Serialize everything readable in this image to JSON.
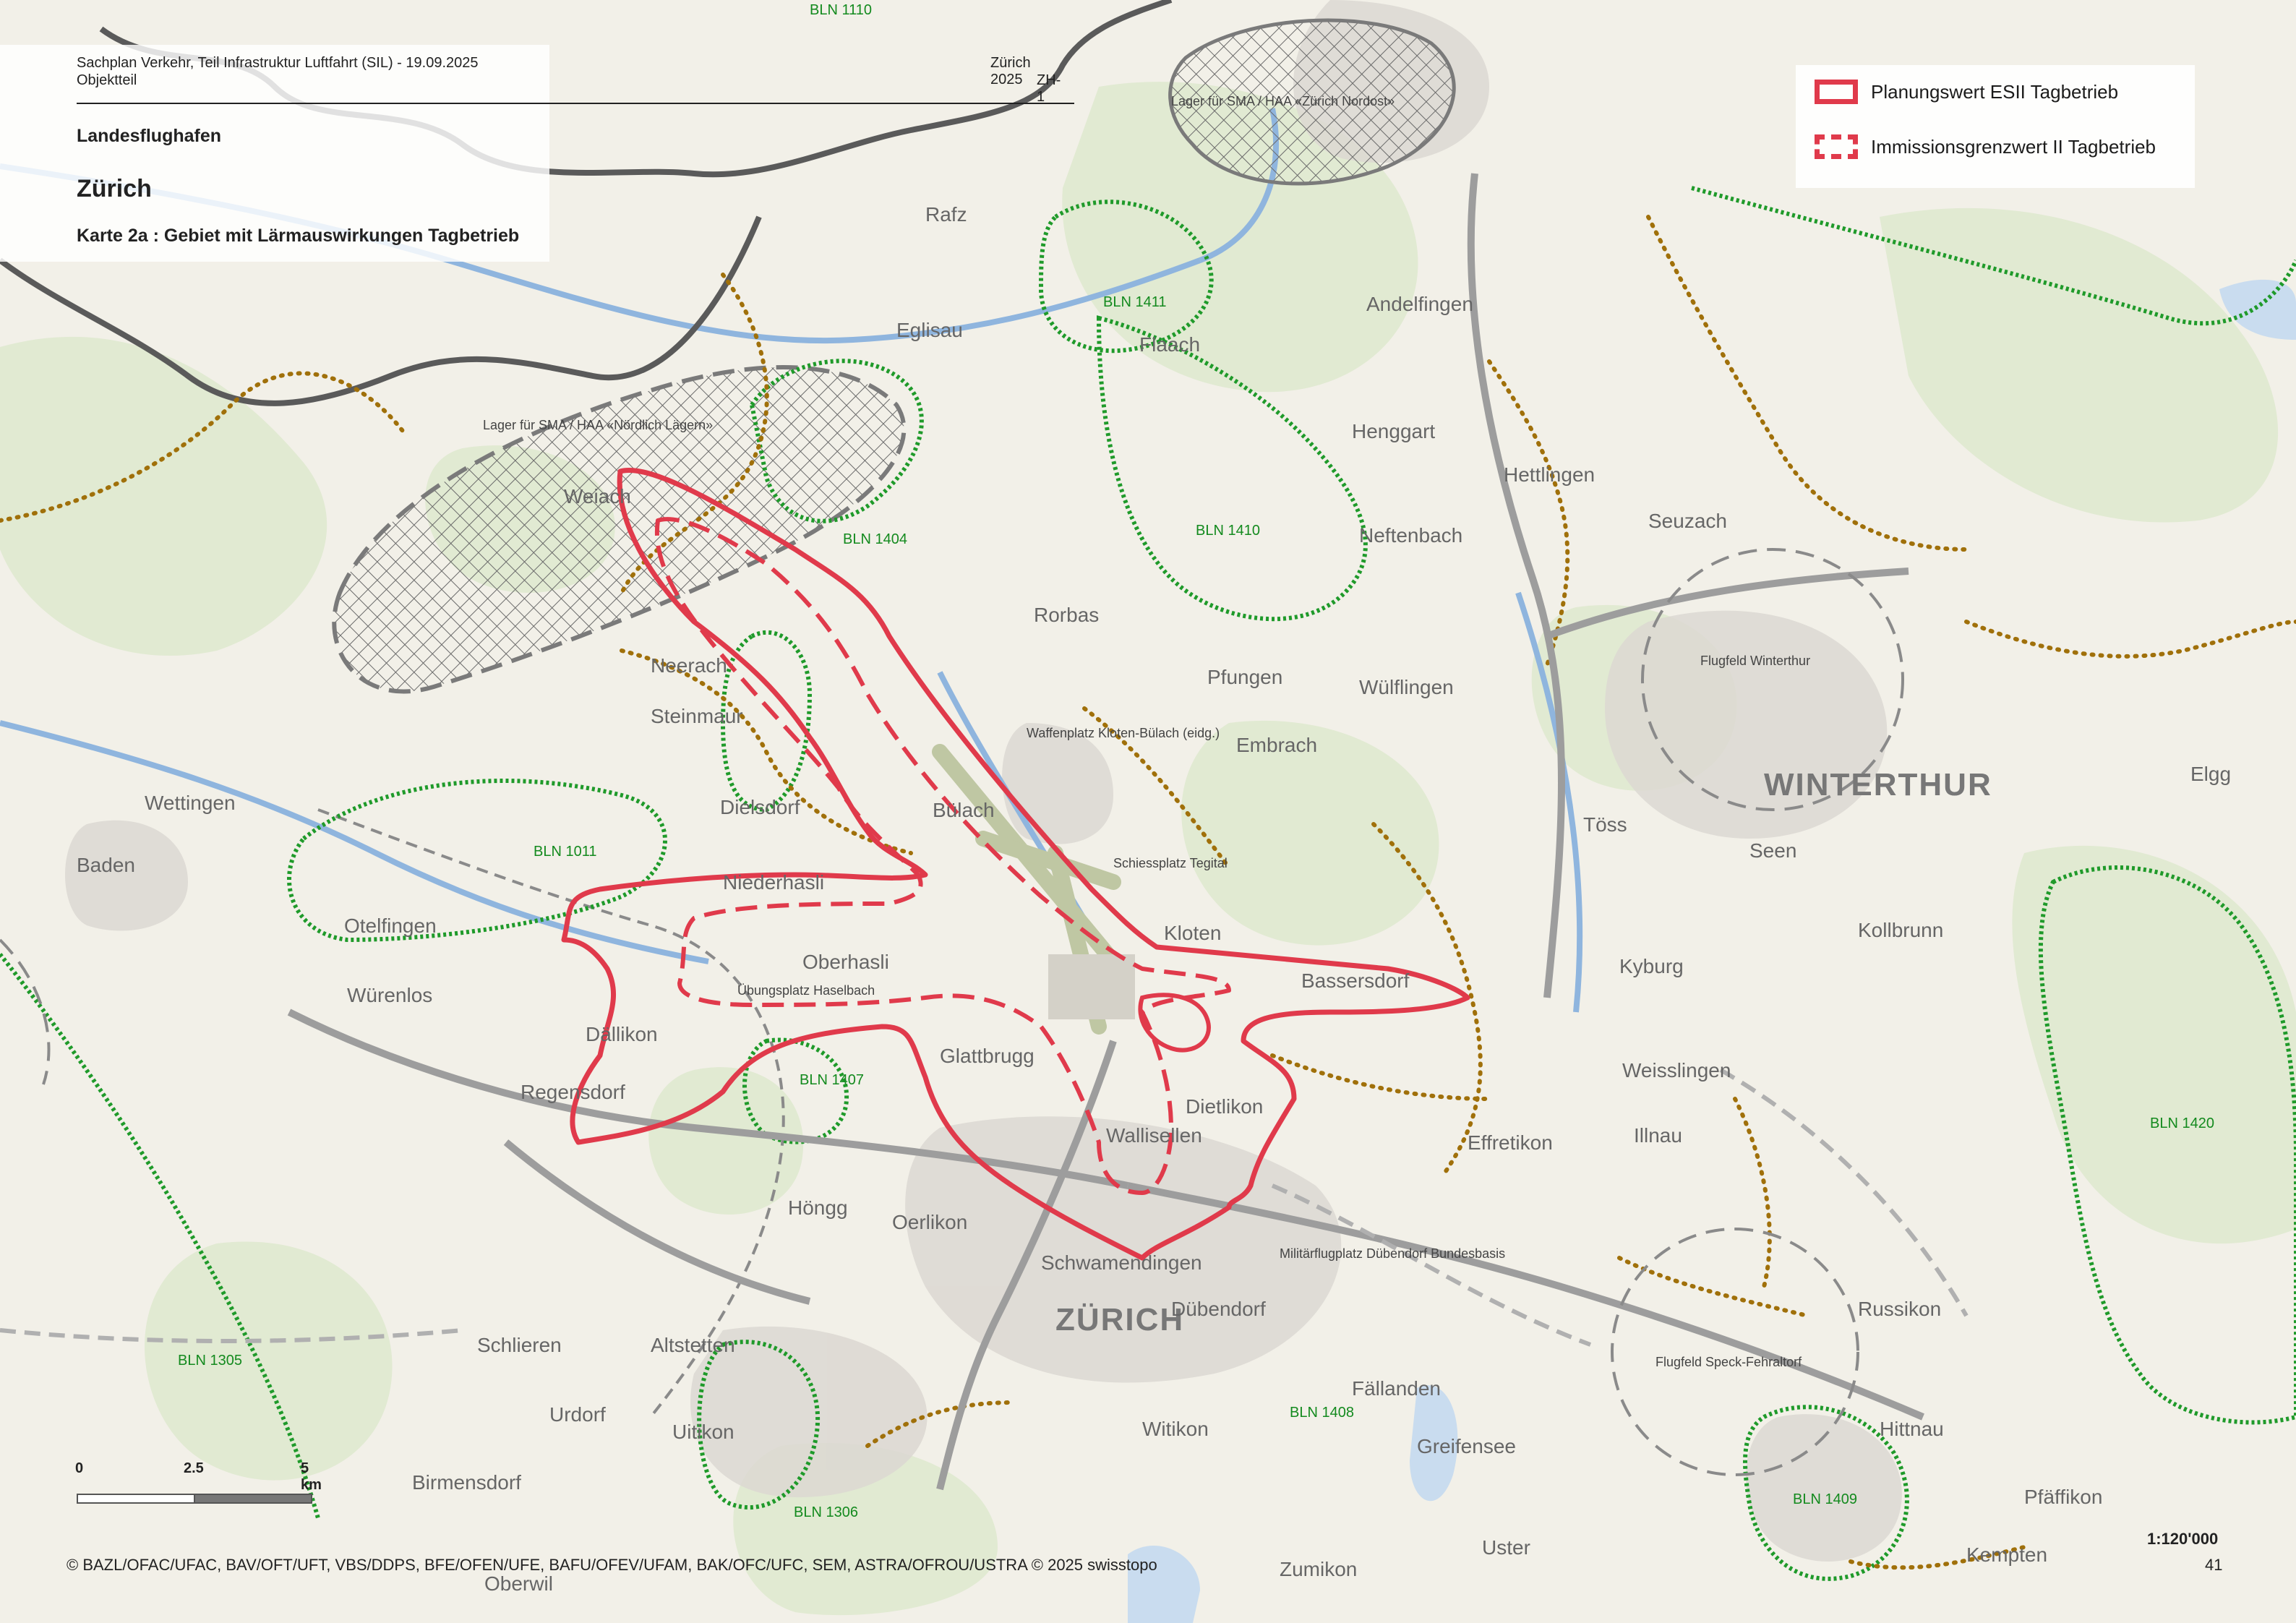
{
  "header": {
    "publication": "Sachplan Verkehr, Teil Infrastruktur Luftfahrt (SIL) - 19.09.2025",
    "section": "Objektteil",
    "edition": "Zürich 2025",
    "sheet_code": "ZH-1",
    "category": "Landesflughafen",
    "airport": "Zürich",
    "map_title": "Karte 2a : Gebiet mit Lärmauswirkungen Tagbetrieb"
  },
  "legend": {
    "items": [
      {
        "label": "Planungswert ESII Tagbetrieb",
        "style": "solid",
        "color": "#e03a4b"
      },
      {
        "label": "Immissionsgrenzwert II Tagbetrieb",
        "style": "dashed",
        "color": "#e03a4b"
      }
    ]
  },
  "scalebar": {
    "labels": [
      "0",
      "2.5",
      "5 km"
    ]
  },
  "scale": "1:120'000",
  "credits": "© BAZL/OFAC/UFAC, BAV/OFT/UFT, VBS/DDPS, BFE/OFEN/UFE, BAFU/OFEV/UFAM, BAK/OFC/UFC, SEM, ASTRA/OFROU/USTRA © 2025 swisstopo",
  "page_number": "41",
  "colors": {
    "noise_contour": "#e03a4b",
    "bln_boundary": "#1f9a2a",
    "hiking_path": "#a0700a",
    "border": "#555555",
    "urban": "#d8d4ce"
  },
  "map_labels": {
    "cities": [
      "ZÜRICH",
      "WINTERTHUR"
    ],
    "places": [
      "Rafz",
      "Eglisau",
      "Bülach",
      "Kloten",
      "Glattbrugg",
      "Regensdorf",
      "Dällikon",
      "Oberhasli",
      "Niederhasli",
      "Steinmaur",
      "Baden",
      "Wettingen",
      "Otelfingen",
      "Würenlos",
      "Höngg",
      "Oerlikon",
      "Schwamendingen",
      "Dübendorf",
      "Wallisellen",
      "Dietlikon",
      "Bassersdorf",
      "Effretikon",
      "Illnau",
      "Weisslingen",
      "Kyburg",
      "Seen",
      "Töss",
      "Neftenbach",
      "Pfungen",
      "Embrach",
      "Rorbas",
      "Flaach",
      "Andelfingen",
      "Henggart",
      "Hettlingen",
      "Seuzach",
      "Altstetten",
      "Schlieren",
      "Urdorf",
      "Birmensdorf",
      "Uitikon",
      "Witikon",
      "Fällanden",
      "Greifensee",
      "Uster",
      "Russikon",
      "Hittnau",
      "Pfäffikon",
      "Neerach",
      "Weiach",
      "Dielsdorf",
      "Elgg",
      "Kollbrunn",
      "Wülflingen",
      "Zumikon",
      "Kempten",
      "Oberwil"
    ],
    "protected_areas": [
      "BLN 1110",
      "BLN 1411",
      "BLN 1404",
      "BLN 1410",
      "BLN 1011",
      "BLN 1407",
      "BLN 1305",
      "BLN 1306",
      "BLN 1408",
      "BLN 1409",
      "BLN 1420"
    ],
    "facilities": [
      "Lager für SMA / HAA «Nördlich Lägern»",
      "Lager für SMA / HAA «Zürich Nordost»",
      "Waffenplatz Kloten-Bülach (eidg.)",
      "Schiessplatz Tegital",
      "Übungsplatz Haselbach",
      "Flugfeld Winterthur",
      "Militärflugplatz Dübendorf Bundesbasis",
      "Flugfeld Speck-Fehraltorf"
    ]
  }
}
